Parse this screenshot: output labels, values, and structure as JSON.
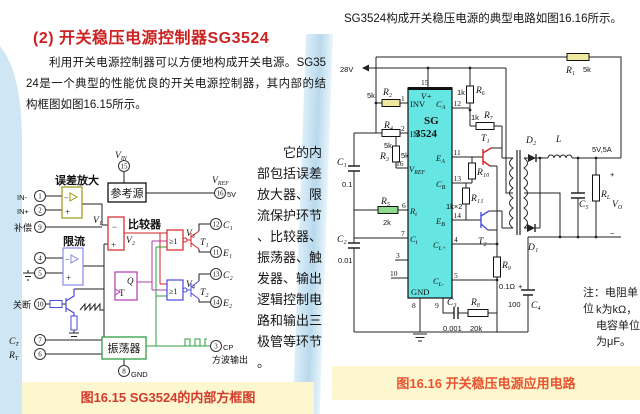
{
  "colors": {
    "accent_red": "#cc2222",
    "caption_red": "#d43a2a",
    "caption_orange": "#e8542e",
    "ic_cyan": "#66e6e2",
    "band_yellow": "#fcf7cf",
    "ribbon_blue": "#b9d9ec",
    "olive": "#9a9a10",
    "blue": "#4a4ae0",
    "magenta": "#b23ab2",
    "green": "#2f9e40",
    "red": "#d42222"
  },
  "left": {
    "title": "(2) 开关稳压电源控制器SG3524",
    "paragraph": "利用开关电源控制器可以方便地构成开关电源。SG3524是一个典型的性能优良的开关电源控制器，其内部的结构框图如图16.15所示。",
    "side_note": "它的内部包括误差放大器、限流保护环节、比较器、振荡器、触发器、输出逻辑控制电路和输出三极管等环节。",
    "caption": "图16.15 SG3524的内部方框图"
  },
  "right": {
    "paragraph": "SG3524构成开关稳压电源的典型电路如图16.16所示。",
    "caption": "图16.16 开关稳压电源应用电路",
    "note": {
      "l1": "注：电阻单位",
      "l2": "k为kΩ，",
      "l3": "电容单位",
      "l4": "为μF。"
    }
  },
  "bd": {
    "ref": "参考源",
    "eamp": "误差放大",
    "cmp": "比较器",
    "lim": "限流",
    "osc": "振荡器",
    "gate": "≥1",
    "q": "Q",
    "t": "T",
    "in_m": "IN-",
    "in_p": "IN+",
    "bu": "补偿",
    "gd": "关断",
    "v": "V",
    "in": "IN",
    "refs": "REF",
    "v5": "5V",
    "c": "C",
    "r": "R",
    "tsub": "T",
    "gnd": "GND",
    "cp": "CP",
    "sq": "方波输出",
    "v1": "V₁",
    "v2": "V₂",
    "v3": "V₃",
    "v4": "V₄",
    "t1": "T₁",
    "t2": "T₂",
    "c1": "C₁",
    "e1": "E₁",
    "c2": "C₂",
    "e2": "E₂",
    "minus": "−",
    "plus": "+",
    "p1": "1",
    "p2": "2",
    "p3": "3",
    "p4": "4",
    "p5": "5",
    "p6": "6",
    "p7": "7",
    "p8": "8",
    "p9": "9",
    "p10": "10",
    "p11": "11",
    "p12": "12",
    "p13": "13",
    "p14": "14",
    "p15": "15",
    "p16": "16"
  },
  "cc": {
    "supply": "28V",
    "sg1": "SG",
    "sg2": "3524",
    "vp": "V+",
    "inv": "INV",
    "in": "IN",
    "gnd": "GND",
    "v": "V",
    "refs": "REF",
    "r": "R",
    "c": "C",
    "e": "E",
    "t": "t",
    "a": "A",
    "b": "B",
    "lp": "L+",
    "lm": "L-",
    "l": "L",
    "o": "O",
    "r1": "R₁",
    "r2": "R₂",
    "r3": "R₃",
    "r4": "R₄",
    "r5": "R₅",
    "r6": "R₆",
    "r7": "R₇",
    "r8": "R₈",
    "r9": "R₉",
    "r10": "R₁₀",
    "r11": "R₁₁",
    "c1": "C₁",
    "c2": "C₂",
    "c3": "C₃",
    "c4": "C₄",
    "c5": "C₅",
    "d1": "D₁",
    "d2": "D₂",
    "lind": "L",
    "t1": "T₁",
    "t2": "T₂",
    "k5": "5k",
    "k1": "1k",
    "k2": "2k",
    "k20": "20k",
    "k1x2": "1k×2",
    "v01": "0.1",
    "v001": "0.01",
    "v0001": "0.001",
    "v100": "100",
    "r01": "0.1Ω",
    "out": "5V,5A",
    "plus": "+",
    "minus": "−",
    "p1": "1",
    "p2": "2",
    "p3": "3",
    "p4": "4",
    "p5": "5",
    "p6": "6",
    "p7": "7",
    "p8": "8",
    "p9": "9",
    "p10": "10",
    "p11": "11",
    "p12": "12",
    "p13": "13",
    "p14": "14",
    "p15": "15",
    "p16": "16"
  }
}
